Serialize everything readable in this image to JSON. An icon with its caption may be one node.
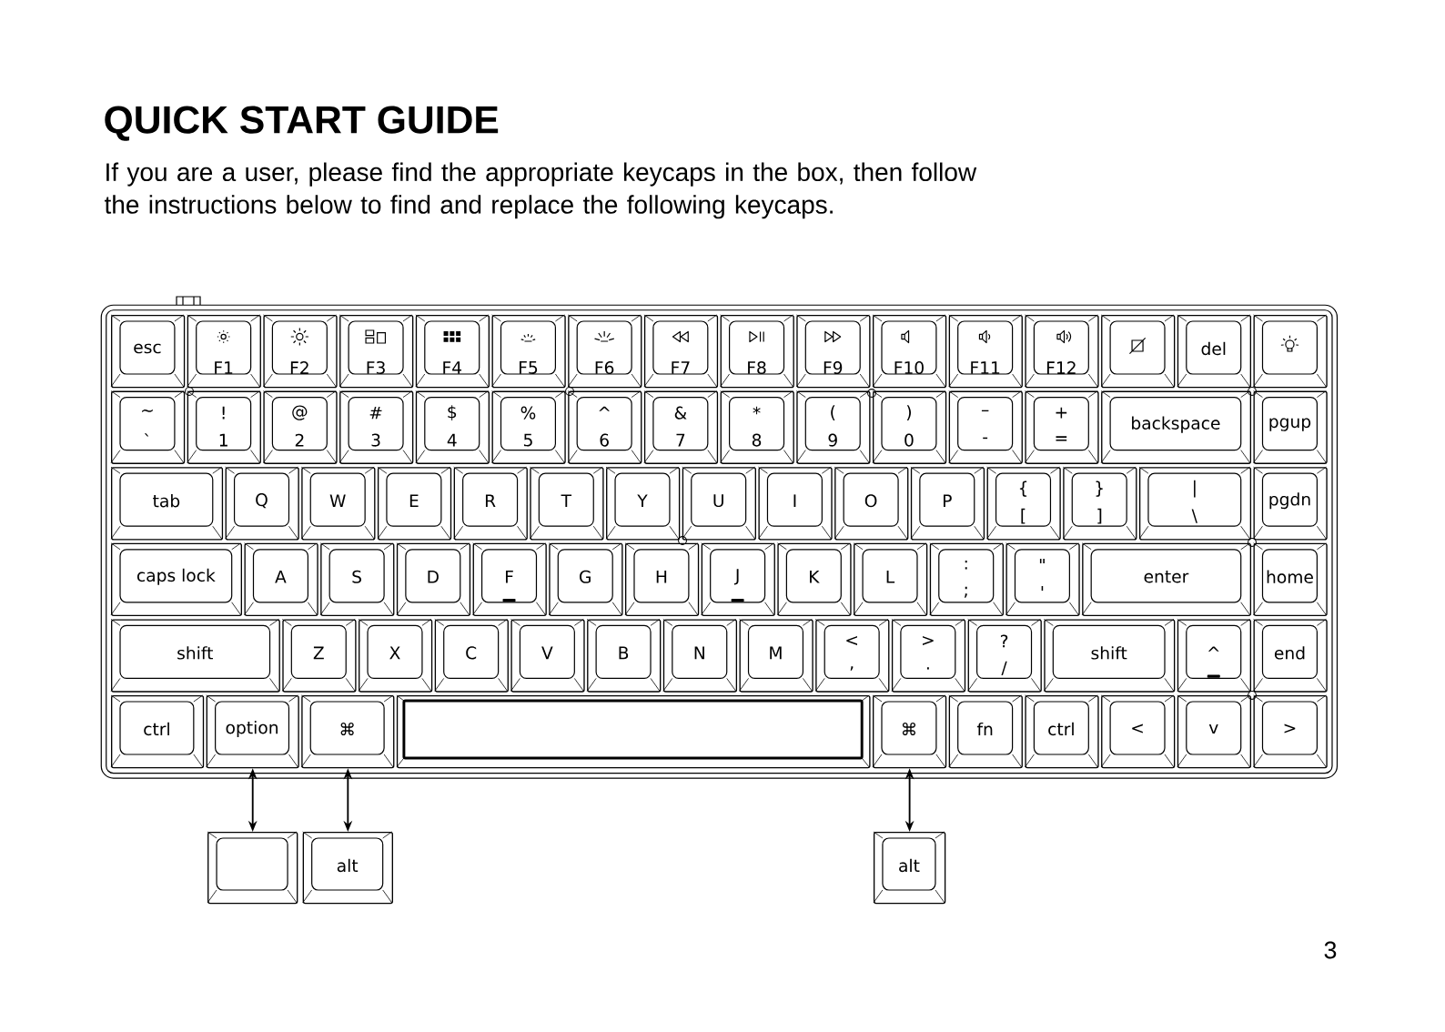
{
  "diagram": {
    "title": "QUICK START GUIDE",
    "nodes": [
      {
        "text": [],
        "shape": "box"
      },
      {
        "text": [
          "esc"
        ],
        "in": 0
      },
      {
        "text": [
          "F1"
        ],
        "in": 0
      },
      {
        "text": [
          "F2"
        ],
        "in": 0
      },
      {
        "text": [
          "F3"
        ],
        "in": 0
      },
      {
        "text": [
          "F4"
        ],
        "in": 0
      },
      {
        "text": [
          "F5"
        ],
        "in": 0
      },
      {
        "text": [
          "F6"
        ],
        "in": 0
      },
      {
        "text": [
          "F7"
        ],
        "in": 0
      },
      {
        "text": [
          "F8"
        ],
        "in": 0
      },
      {
        "text": [
          "F9"
        ],
        "in": 0
      },
      {
        "text": [
          "F10"
        ],
        "in": 0
      },
      {
        "text": [
          "F11"
        ],
        "in": 0
      },
      {
        "text": [
          "F12"
        ],
        "in": 0
      },
      {
        "text": [],
        "shape": "box",
        "in": 0
      },
      {
        "text": [
          "del"
        ],
        "in": 0
      },
      {
        "text": [],
        "shape": "box",
        "in": 0
      },
      {
        "text": [
          "~",
          "`"
        ],
        "in": 0
      },
      {
        "text": [
          "!",
          "1"
        ],
        "in": 0
      },
      {
        "text": [
          "@",
          "2"
        ],
        "in": 0
      },
      {
        "text": [
          "#",
          "3"
        ],
        "in": 0
      },
      {
        "text": [
          "$",
          "4"
        ],
        "in": 0
      },
      {
        "text": [
          "%",
          "5"
        ],
        "in": 0
      },
      {
        "text": [
          "^",
          "6"
        ],
        "in": 0
      },
      {
        "text": [
          "&",
          "7"
        ],
        "in": 0
      },
      {
        "text": [
          "*",
          "8"
        ],
        "in": 0
      },
      {
        "text": [
          "(",
          "9"
        ],
        "in": 0
      },
      {
        "text": [
          ")",
          "0"
        ],
        "in": 0
      },
      {
        "text": [
          "–",
          "-"
        ],
        "in": 0
      },
      {
        "text": [
          "+",
          "="
        ],
        "in": 0
      },
      {
        "text": [
          "backspace"
        ],
        "in": 0
      },
      {
        "text": [
          "pgup"
        ],
        "in": 0
      },
      {
        "text": [
          "tab"
        ],
        "in": 0
      },
      {
        "text": [
          "Q"
        ],
        "in": 0
      },
      {
        "text": [
          "W"
        ],
        "in": 0
      },
      {
        "text": [
          "E"
        ],
        "in": 0
      },
      {
        "text": [
          "R"
        ],
        "in": 0
      },
      {
        "text": [
          "T"
        ],
        "in": 0
      },
      {
        "text": [
          "Y"
        ],
        "in": 0
      },
      {
        "text": [
          "U"
        ],
        "in": 0
      },
      {
        "text": [
          "I"
        ],
        "in": 0
      },
      {
        "text": [
          "O"
        ],
        "in": 0
      },
      {
        "text": [
          "P"
        ],
        "in": 0
      },
      {
        "text": [
          "{",
          "["
        ],
        "in": 0
      },
      {
        "text": [
          "}",
          "]"
        ],
        "in": 0
      },
      {
        "text": [
          "|",
          "\\"
        ],
        "in": 0
      },
      {
        "text": [
          "pgdn"
        ],
        "in": 0
      },
      {
        "text": [
          "caps lock"
        ],
        "in": 0
      },
      {
        "text": [
          "A"
        ],
        "in": 0
      },
      {
        "text": [
          "S"
        ],
        "in": 0
      },
      {
        "text": [
          "D"
        ],
        "in": 0
      },
      {
        "text": [
          "F"
        ],
        "in": 0
      },
      {
        "text": [
          "G"
        ],
        "in": 0
      },
      {
        "text": [
          "H"
        ],
        "in": 0
      },
      {
        "text": [
          "J"
        ],
        "in": 0
      },
      {
        "text": [
          "K"
        ],
        "in": 0
      },
      {
        "text": [
          "L"
        ],
        "in": 0
      },
      {
        "text": [
          ":",
          ";"
        ],
        "in": 0
      },
      {
        "text": [
          "\"",
          "'"
        ],
        "in": 0
      },
      {
        "text": [
          "enter"
        ],
        "in": 0
      },
      {
        "text": [
          "home"
        ],
        "in": 0
      },
      {
        "text": [
          "shift"
        ],
        "in": 0
      },
      {
        "text": [
          "Z"
        ],
        "in": 0
      },
      {
        "text": [
          "X"
        ],
        "in": 0
      },
      {
        "text": [
          "C"
        ],
        "in": 0
      },
      {
        "text": [
          "V"
        ],
        "in": 0
      },
      {
        "text": [
          "B"
        ],
        "in": 0
      },
      {
        "text": [
          "N"
        ],
        "in": 0
      },
      {
        "text": [
          "M"
        ],
        "in": 0
      },
      {
        "text": [
          "<",
          ","
        ],
        "in": 0
      },
      {
        "text": [
          ">",
          "."
        ],
        "in": 0
      },
      {
        "text": [
          "?",
          "/"
        ],
        "in": 0
      },
      {
        "text": [
          "shift"
        ],
        "in": 0
      },
      {
        "text": [
          "^"
        ],
        "in": 0
      },
      {
        "text": [
          "end"
        ],
        "in": 0
      },
      {
        "text": [
          "ctrl"
        ],
        "in": 0
      },
      {
        "text": [
          "option"
        ],
        "in": 0
      },
      {
        "text": [
          "⌘"
        ],
        "in": 0
      },
      {
        "text": [],
        "shape": "box",
        "in": 0
      },
      {
        "text": [
          "⌘"
        ],
        "in": 0
      },
      {
        "text": [
          "fn"
        ],
        "in": 0
      },
      {
        "text": [
          "ctrl"
        ],
        "in": 0
      },
      {
        "text": [
          "<"
        ],
        "in": 0
      },
      {
        "text": [
          "v"
        ],
        "in": 0
      },
      {
        "text": [
          ">"
        ],
        "in": 0
      },
      {
        "text": [],
        "shape": "box"
      },
      {
        "text": [
          "alt"
        ]
      },
      {
        "text": [
          "alt"
        ]
      }
    ],
    "edges": [
      {
        "from": 76,
        "to": 85,
        "arrow": "both"
      },
      {
        "from": 77,
        "to": 86,
        "arrow": "both"
      },
      {
        "from": 79,
        "to": 87,
        "arrow": "both"
      }
    ],
    "labels": [
      "If you are a user, please find the appropriate keycaps in the box, then follow the instructions below to find and replace the following keycaps.",
      "3"
    ]
  }
}
